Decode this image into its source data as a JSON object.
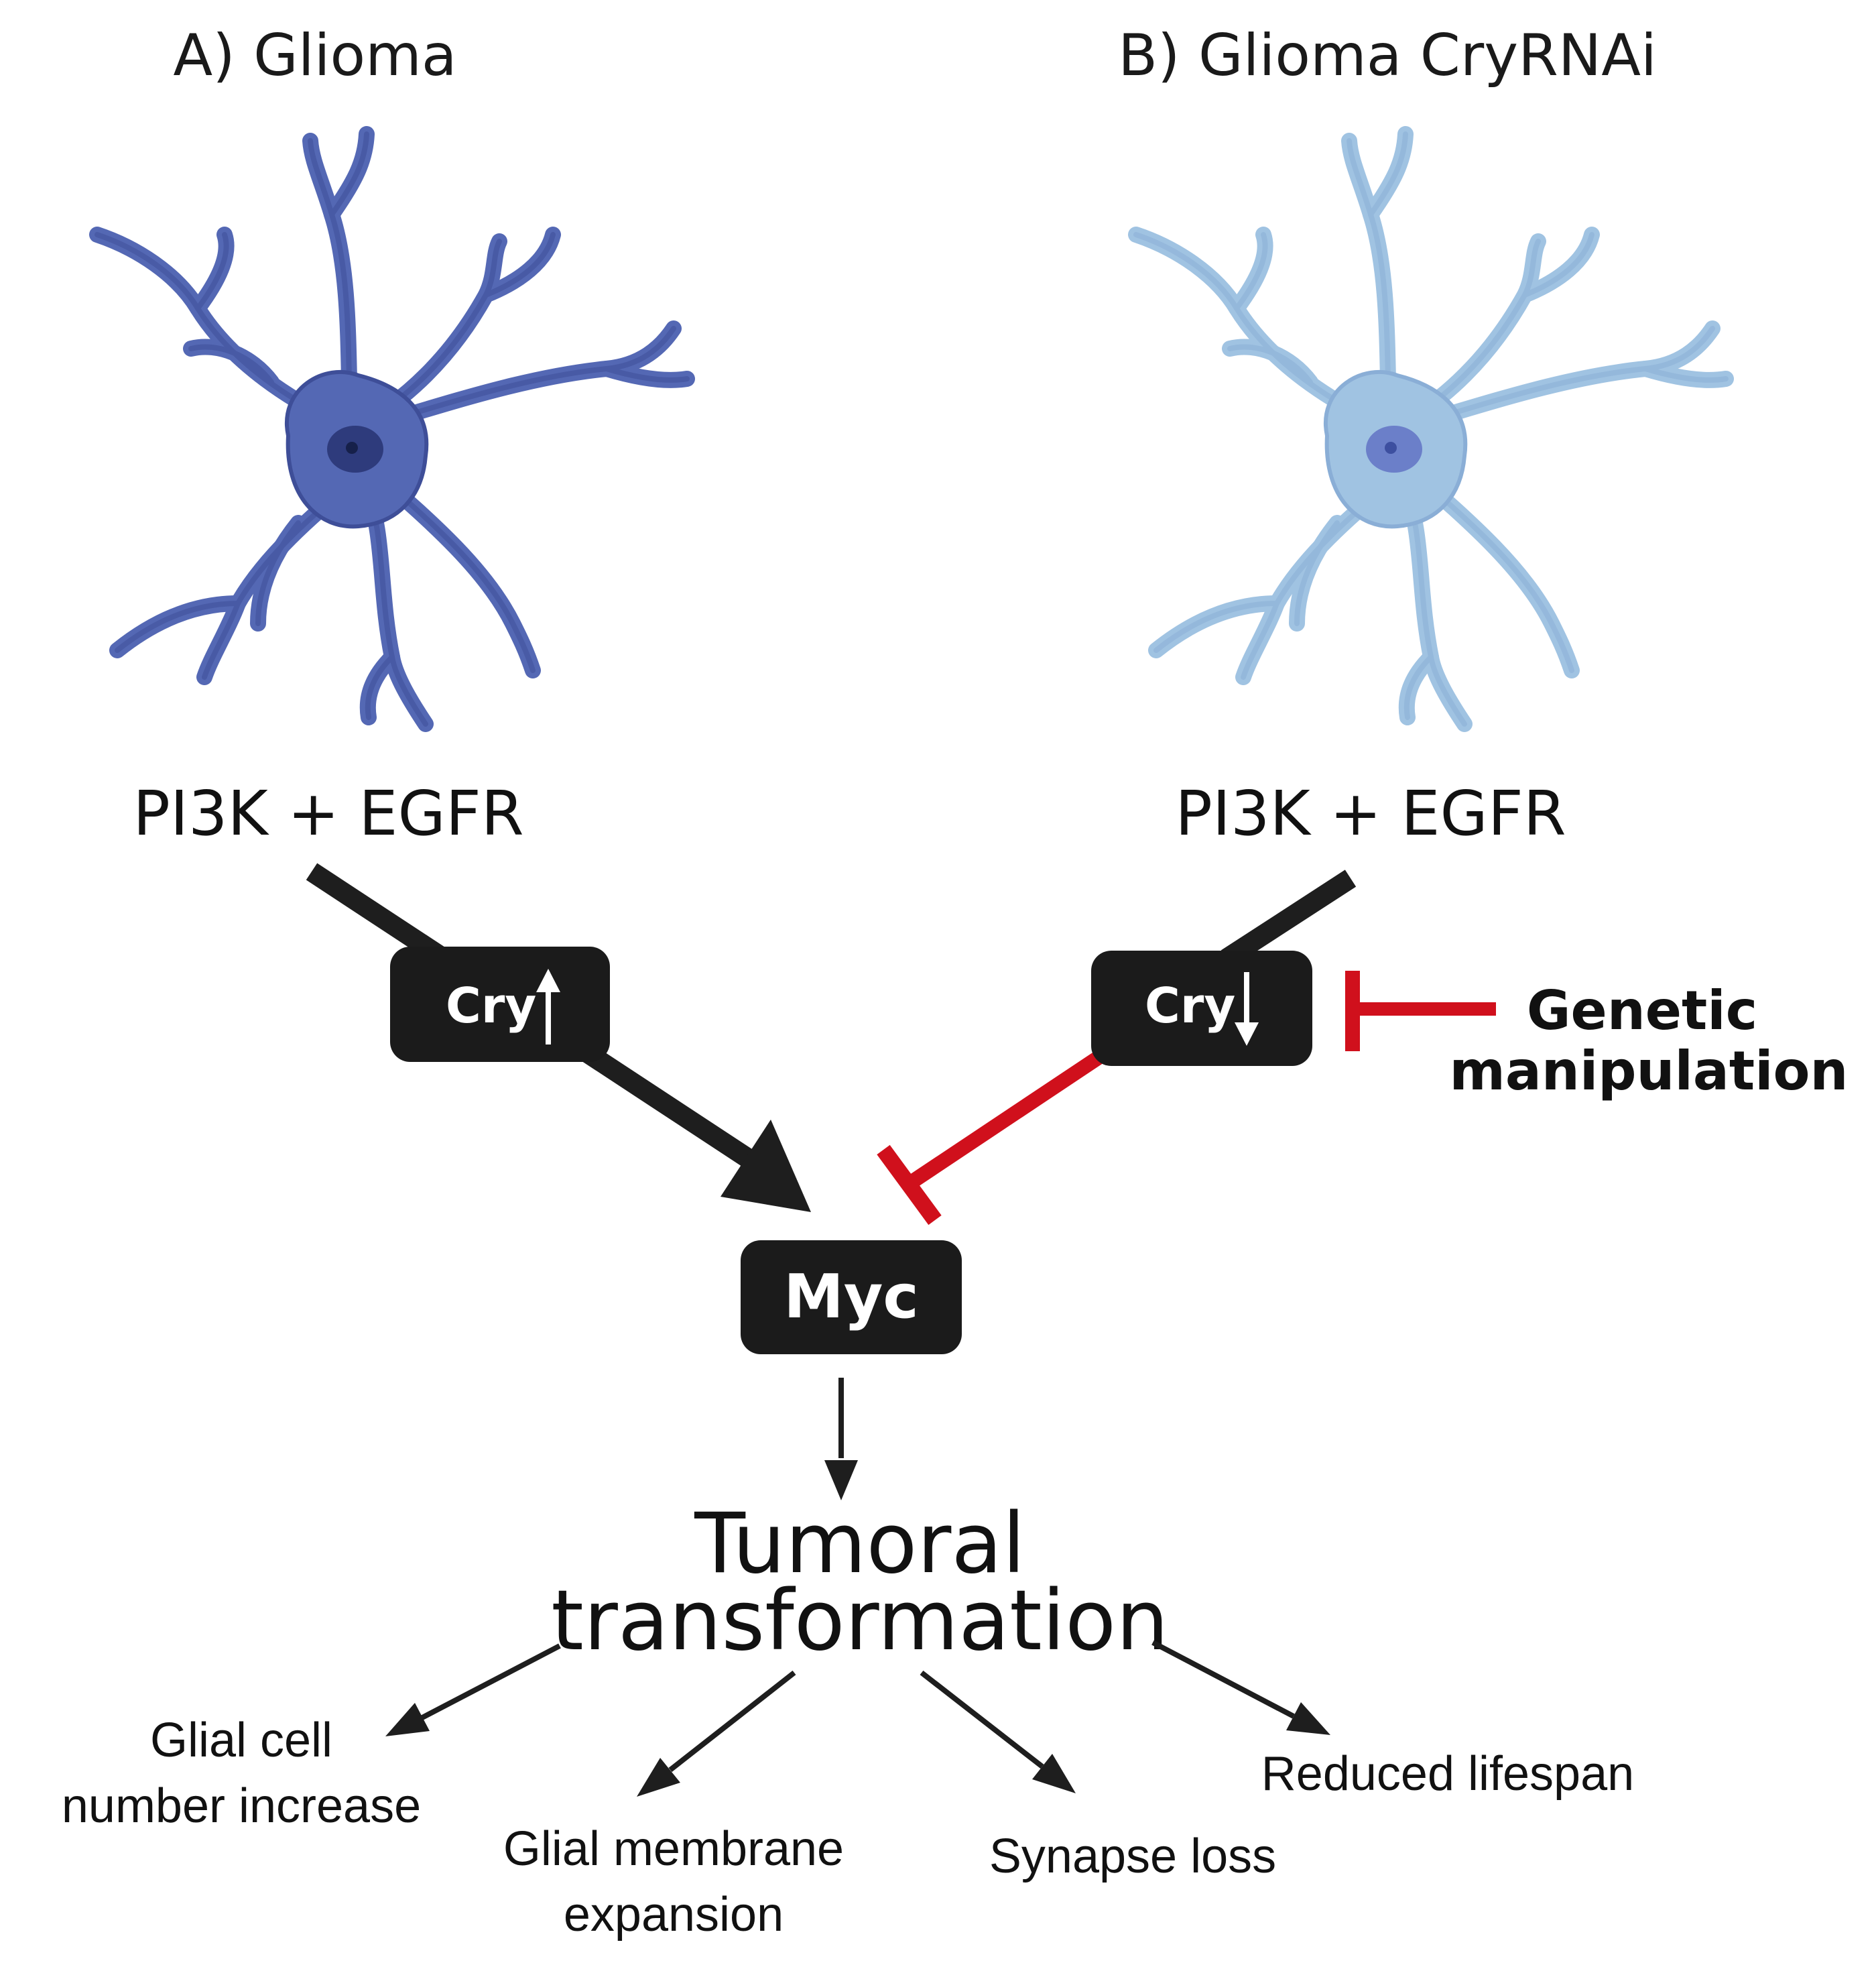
{
  "panels": {
    "a": {
      "title": "A) Glioma",
      "pathway": "PI3K + EGFR",
      "cry_label": "Cry"
    },
    "b": {
      "title": "B) Glioma CryRNAi",
      "pathway": "PI3K + EGFR",
      "cry_label": "Cry"
    }
  },
  "genetic_manipulation": {
    "line1": "Genetic",
    "line2": "manipulation"
  },
  "myc_label": "Myc",
  "tumoral": {
    "line1": "Tumoral",
    "line2": "transformation"
  },
  "outcomes": {
    "glial_cell": {
      "line1": "Glial cell",
      "line2": "number increase"
    },
    "membrane": {
      "line1": "Glial membrane",
      "line2": "expansion"
    },
    "synapse": {
      "line1": "Synapse loss"
    },
    "lifespan": {
      "line1": "Reduced lifespan"
    }
  },
  "colors": {
    "cell_a_body": "#5468b4",
    "cell_a_outline": "#3e4e98",
    "cell_a_nucleus": "#2e3b7c",
    "cell_a_nucleolus": "#16204a",
    "cell_b_body": "#a0c3e2",
    "cell_b_outline": "#8aaed6",
    "cell_b_nucleus": "#6b7fc9",
    "cell_b_nucleolus": "#3d4fa0",
    "box": "#1b1b1b",
    "arrow": "#1e1e1e",
    "inhibit": "#d0101c"
  }
}
